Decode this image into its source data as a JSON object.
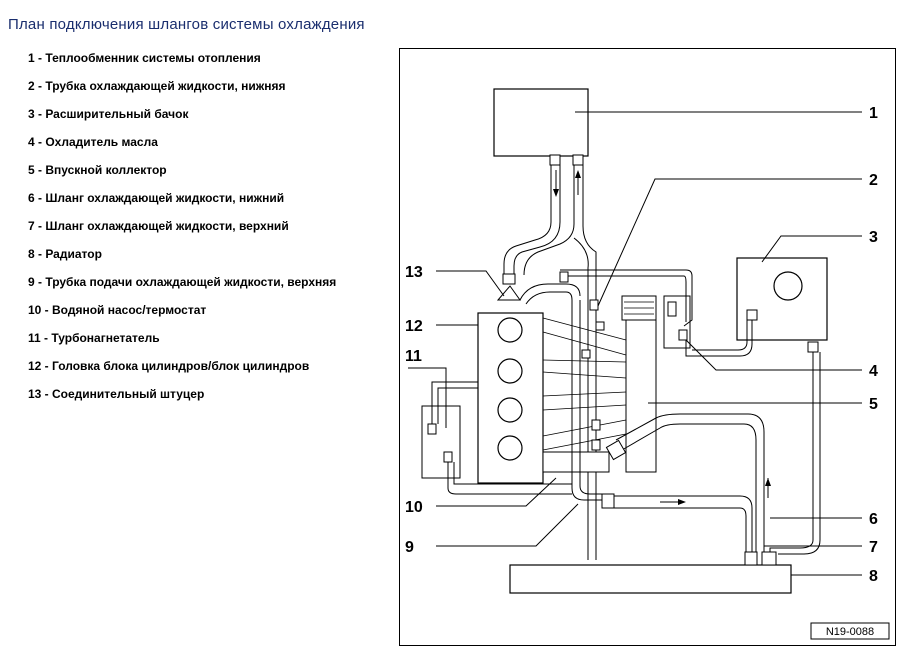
{
  "title": "План подключения шлангов системы охлаждения",
  "legend": [
    "1 - Теплообменник системы отопления",
    "2 - Трубка охлаждающей жидкости, нижняя",
    "3 - Расширительный бачок",
    "4 - Охладитель масла",
    "5 - Впускной коллектор",
    "6 - Шланг охлаждающей жидкости, нижний",
    "7 - Шланг охлаждающей жидкости, верхний",
    "8 - Радиатор",
    "9 - Трубка подачи охлаждающей жидкости, верхняя",
    "10 - Водяной насос/термостат",
    "11 - Турбонагнетатель",
    "12 - Головка блока цилиндров/блок цилиндров",
    "13 - Соединительный штуцер"
  ],
  "callouts": {
    "c1": "1",
    "c2": "2",
    "c3": "3",
    "c4": "4",
    "c5": "5",
    "c6": "6",
    "c7": "7",
    "c8": "8",
    "c9": "9",
    "c10": "10",
    "c11": "11",
    "c12": "12",
    "c13": "13"
  },
  "figure_code": "N19-0088"
}
